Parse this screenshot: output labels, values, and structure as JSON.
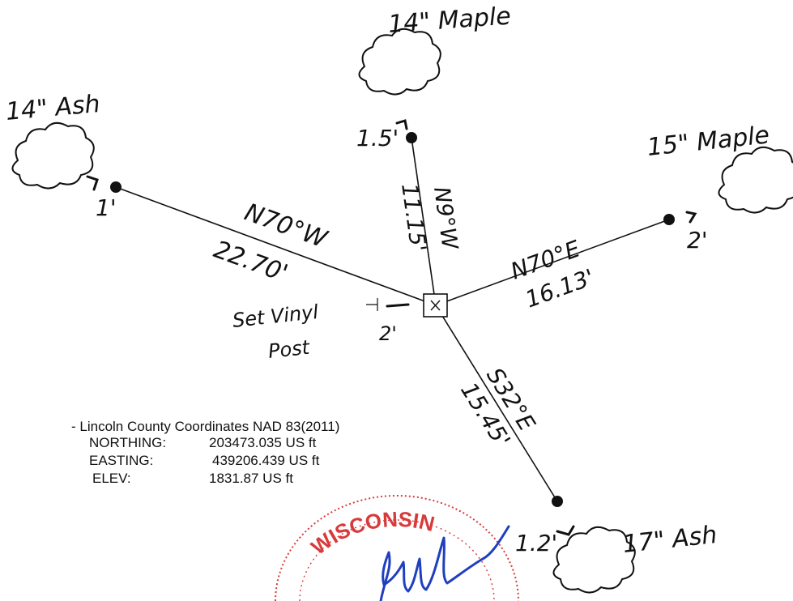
{
  "trees": [
    {
      "label": "14\" Maple",
      "distance": "1.5'"
    },
    {
      "label": "14\" Ash",
      "distance": "1'"
    },
    {
      "label": "15\" Maple",
      "distance": "2'"
    },
    {
      "label": "17\" Ash",
      "distance": "1.2'"
    }
  ],
  "bearings": [
    {
      "bearing": "N9°W",
      "distance": "11.15'"
    },
    {
      "bearing": "N70°W",
      "distance": "22.70'"
    },
    {
      "bearing": "N70°E",
      "distance": "16.13'"
    },
    {
      "bearing": "S32°E",
      "distance": "15.45'"
    }
  ],
  "post": {
    "note_line1": "Set Vinyl",
    "note_line2": "Post",
    "offset": "2'"
  },
  "coordinates": {
    "header": "- Lincoln County Coordinates NAD 83(2011)",
    "rows": [
      {
        "label": "NORTHING:",
        "value": "203473.035 US ft"
      },
      {
        "label": "EASTING:",
        "value": "439206.439 US ft"
      },
      {
        "label": "ELEV:",
        "value": "1831.87 US ft"
      }
    ]
  },
  "seal": {
    "text": "WISCONSIN",
    "color": "#d83a3a"
  },
  "signature_color": "#1f3fbf"
}
